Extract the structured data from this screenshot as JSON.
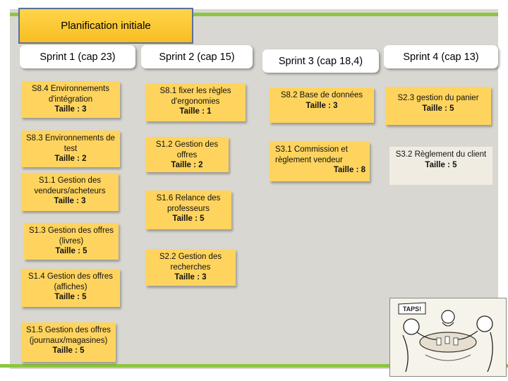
{
  "title": "Planification initiale",
  "sprints": [
    {
      "header": "Sprint 1 (cap 23)",
      "notes": [
        {
          "label": "S8.4 Environnements d'intégration",
          "size": "Taille : 3"
        },
        {
          "label": "S8.3 Environnements de test",
          "size": "Taille : 2"
        },
        {
          "label": "S1.1 Gestion des vendeurs/acheteurs",
          "size": "Taille : 3"
        },
        {
          "label": "S1.3 Gestion des offres (livres)",
          "size": "Taille : 5"
        },
        {
          "label": "S1.4 Gestion des offres (affiches)",
          "size": "Taille : 5"
        },
        {
          "label": "S1.5 Gestion des offres (journaux/magasines)",
          "size": "Taille : 5"
        }
      ]
    },
    {
      "header": "Sprint 2 (cap 15)",
      "notes": [
        {
          "label": "S8.1 fixer les règles d'ergonomies",
          "size": "Taille : 1"
        },
        {
          "label": "S1.2 Gestion des offres",
          "size": "Taille : 2"
        },
        {
          "label": "S1.6 Relance des professeurs",
          "size": "Taille : 5"
        },
        {
          "label": "S2.2 Gestion des recherches",
          "size": "Taille : 3"
        }
      ]
    },
    {
      "header": "Sprint 3 (cap 18,4)",
      "notes": [
        {
          "label": "S8.2 Base de données",
          "size": "Taille : 3"
        },
        {
          "label": "S3.1 Commission et règlement vendeur",
          "size": "Taille : 8"
        }
      ]
    },
    {
      "header": "Sprint 4 (cap 13)",
      "notes": [
        {
          "label": "S2.3 gestion du panier",
          "size": "Taille : 5"
        },
        {
          "label": "S3.2 Règlement du client",
          "size": "Taille : 5"
        }
      ]
    }
  ],
  "cartoon": {
    "caption": "TAPS!"
  }
}
